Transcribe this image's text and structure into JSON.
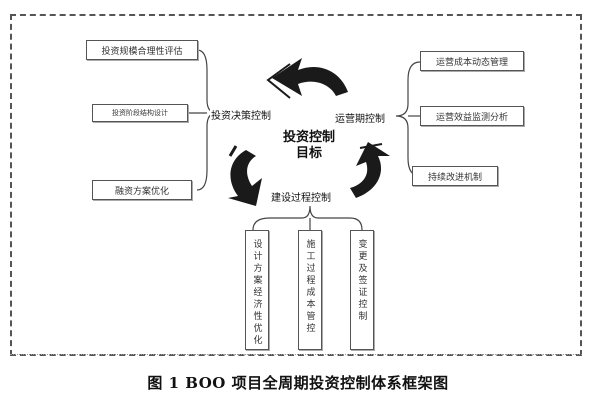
{
  "center": {
    "line1": "投资控制",
    "line2": "目标"
  },
  "phases": {
    "decision": "投资决策控制",
    "operation": "运营期控制",
    "construction": "建设过程控制"
  },
  "decision_items": [
    "投资规模合理性评估",
    "投资阶段结构设计",
    "融资方案优化"
  ],
  "operation_items": [
    "运营成本动态管理",
    "运营效益监测分析",
    "持续改进机制"
  ],
  "construction_items": [
    "设计方案经济性优化",
    "施工过程成本管控",
    "变更及签证控制"
  ],
  "caption": "图 1   BOO 项目全周期投资控制体系框架图",
  "colors": {
    "arrow": "#1a1a1a",
    "line": "#444444",
    "border": "#555555"
  }
}
